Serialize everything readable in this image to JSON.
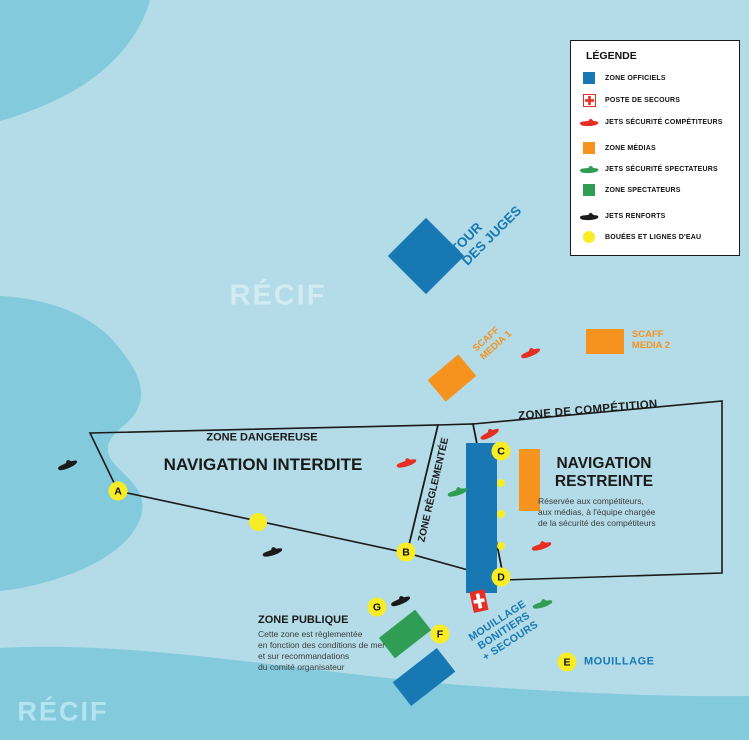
{
  "legend": {
    "title": "LÉGENDE",
    "items": [
      {
        "label": "ZONE OFFICIELS",
        "icon": "blue-square-icon",
        "color": "#1878b4"
      },
      {
        "label": "POSTE DE SECOURS",
        "icon": "first-aid-cross-icon",
        "color": "#e62e24"
      },
      {
        "label": "JETS SÉCURITÉ COMPÉTITEURS",
        "icon": "red-jet-icon",
        "color": "#e62e24"
      },
      {
        "label": "ZONE MÉDIAS",
        "icon": "orange-square-icon",
        "color": "#f6921e"
      },
      {
        "label": "JETS SÉCURITÉ SPECTATEURS",
        "icon": "green-jet-icon",
        "color": "#2f9e54"
      },
      {
        "label": "ZONE SPECTATEURS",
        "icon": "green-square-icon",
        "color": "#2f9e54"
      },
      {
        "label": "JETS RENFORTS",
        "icon": "black-jet-icon",
        "color": "#1a1a1a"
      },
      {
        "label": "BOUÉES ET LIGNES D'EAU",
        "icon": "yellow-circle-icon",
        "color": "#f8ec26"
      }
    ]
  },
  "labels": {
    "recif_top": "RÉCIF",
    "recif_bottom": "RÉCIF",
    "tour_des_juges": "TOUR\nDES JUGES",
    "scaff_media_1": "SCAFF\nMEDIA 1",
    "scaff_media_2": "SCAFF\nMEDIA 2",
    "zone_dangereuse": "ZONE DANGEREUSE",
    "navigation_interdite": "NAVIGATION INTERDITE",
    "zone_reglementee": "ZONE RÈGLEMENTÉE",
    "zone_competition": "ZONE DE COMPÉTITION",
    "navigation_restreinte": "NAVIGATION\nRESTREINTE",
    "navigation_restreinte_note": "Réservée aux compétiteurs,\naux médias, à l'équipe chargée\nde la sécurité des compétiteurs",
    "zone_publique": "ZONE PUBLIQUE",
    "zone_publique_note": "Cette zone est règlementée\nen fonction des conditions de mer\net sur recommandations\ndu comité organisateur",
    "mouillage_bonitiers": "MOUILLAGE\nBONITIERS\n+ SECOURS",
    "mouillage": "MOUILLAGE"
  },
  "markers": {
    "a": "A",
    "b": "B",
    "c": "C",
    "d": "D",
    "e": "E",
    "f": "F",
    "g": "G"
  },
  "colors": {
    "water": "#b3dce8",
    "reef": "#84cadd",
    "zone_blue": "#1878b4",
    "zone_orange": "#f6921e",
    "zone_green": "#2f9e54",
    "buoy_yellow": "#f8ec26",
    "alert_red": "#e62e24",
    "outline_black": "#1a1a1a"
  }
}
